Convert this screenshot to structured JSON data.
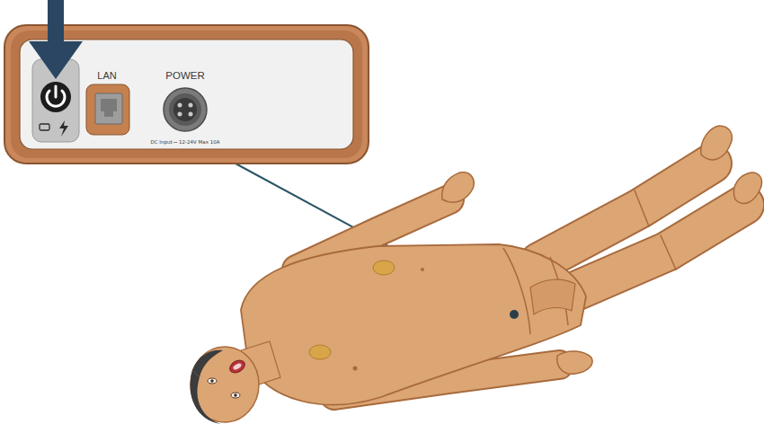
{
  "diagram": {
    "labels": [
      "LAN",
      "POWER",
      "DC Input ⎓ 12-24V Max 10A"
    ]
  }
}
